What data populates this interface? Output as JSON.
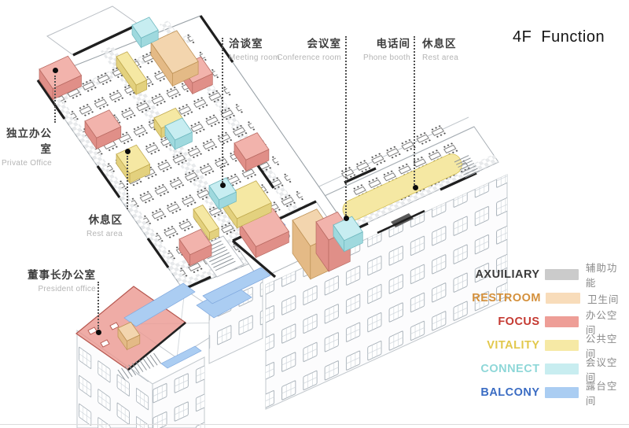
{
  "title": "4F Function",
  "callouts": [
    {
      "id": "meeting-room",
      "zh": "洽谈室",
      "en": "Meeting room"
    },
    {
      "id": "conference-room",
      "zh": "会议室",
      "en": "Conference room"
    },
    {
      "id": "phone-booth",
      "zh": "电话间",
      "en": "Phone booth"
    },
    {
      "id": "rest-area-top",
      "zh": "休息区",
      "en": "Rest area"
    },
    {
      "id": "private-office",
      "zh": "独立办公室",
      "en": "Private Office"
    },
    {
      "id": "rest-area-left",
      "zh": "休息区",
      "en": "Rest area"
    },
    {
      "id": "president-office",
      "zh": "董事长办公室",
      "en": "President office"
    }
  ],
  "legend": {
    "items": [
      {
        "en": "AXUILIARY",
        "zh": "辅助功能",
        "swatch": "#cbcbcb",
        "text_color": "#3b3b3b"
      },
      {
        "en": "RESTROOM",
        "zh": "卫生间",
        "swatch": "#f8dcba",
        "text_color": "#d4903b"
      },
      {
        "en": "FOCUS",
        "zh": "办公空间",
        "swatch": "#ee9e97",
        "text_color": "#c53a32"
      },
      {
        "en": "VITALITY",
        "zh": "公共空间",
        "swatch": "#f6e9a5",
        "text_color": "#e2c84c"
      },
      {
        "en": "CONNECT",
        "zh": "会议空间",
        "swatch": "#c8edf0",
        "text_color": "#8ed7d8"
      },
      {
        "en": "BALCONY",
        "zh": "露台空间",
        "swatch": "#aacdf2",
        "text_color": "#3a6cc3"
      }
    ]
  }
}
